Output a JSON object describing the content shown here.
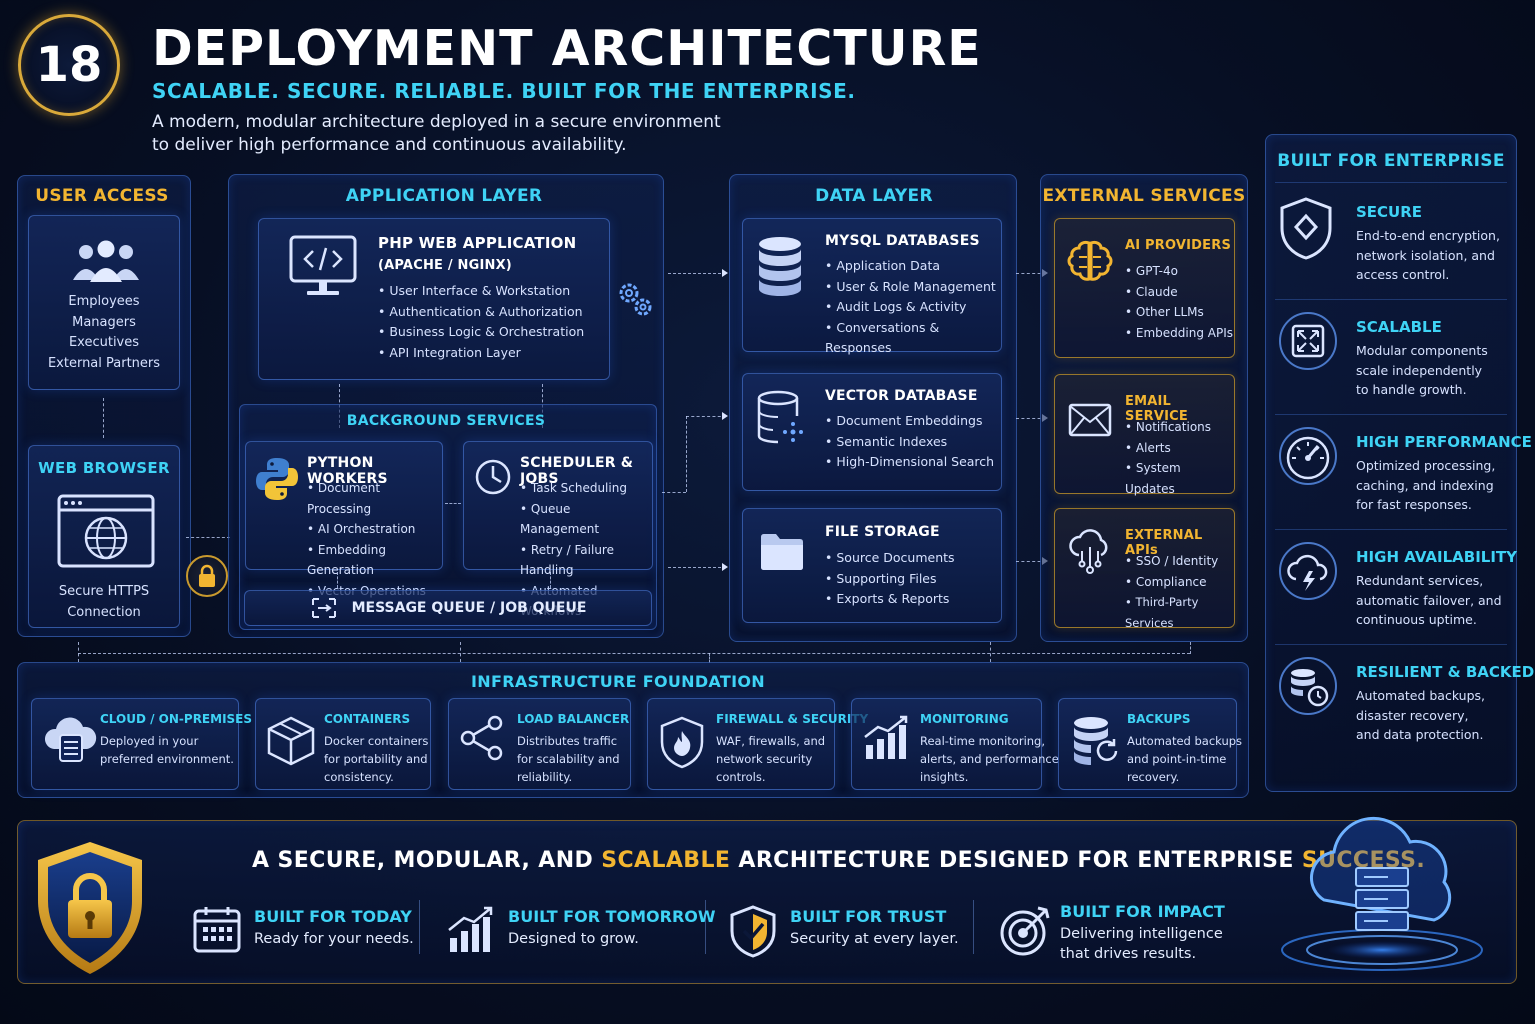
{
  "header": {
    "badge_number": "18",
    "title": "DEPLOYMENT ARCHITECTURE",
    "subtitle": "SCALABLE. SECURE. RELIABLE. BUILT FOR THE ENTERPRISE.",
    "description_line1": "A modern, modular architecture deployed in a secure environment",
    "description_line2": "to deliver high performance and continuous availability."
  },
  "user_access": {
    "title": "USER ACCESS",
    "users": [
      "Employees",
      "Managers",
      "Executives",
      "External Partners"
    ],
    "browser_title": "WEB BROWSER",
    "browser_caption_line1": "Secure HTTPS",
    "browser_caption_line2": "Connection"
  },
  "application_layer": {
    "title": "APPLICATION LAYER",
    "php": {
      "title": "PHP WEB APPLICATION",
      "subtitle": "(APACHE / NGINX)",
      "items": [
        "User Interface & Workstation",
        "Authentication & Authorization",
        "Business Logic & Orchestration",
        "API Integration Layer"
      ]
    },
    "background_title": "BACKGROUND SERVICES",
    "python": {
      "title": "PYTHON WORKERS",
      "items": [
        "Document Processing",
        "AI Orchestration",
        "Embedding Generation",
        "Vector Operations"
      ]
    },
    "scheduler": {
      "title": "SCHEDULER & JOBS",
      "items": [
        "Task Scheduling",
        "Queue Management",
        "Retry / Failure Handling",
        "Automated Workflows"
      ]
    },
    "queue_label": "MESSAGE QUEUE / JOB QUEUE"
  },
  "data_layer": {
    "title": "DATA LAYER",
    "mysql": {
      "title": "MYSQL DATABASES",
      "items": [
        "Application Data",
        "User & Role Management",
        "Audit Logs & Activity",
        "Conversations & Responses"
      ]
    },
    "vector": {
      "title": "VECTOR DATABASE",
      "items": [
        "Document Embeddings",
        "Semantic Indexes",
        "High-Dimensional Search"
      ]
    },
    "files": {
      "title": "FILE STORAGE",
      "items": [
        "Source Documents",
        "Supporting Files",
        "Exports & Reports"
      ]
    }
  },
  "external_services": {
    "title": "EXTERNAL SERVICES",
    "ai": {
      "title": "AI PROVIDERS",
      "items": [
        "GPT-4o",
        "Claude",
        "Other LLMs",
        "Embedding APIs"
      ]
    },
    "email": {
      "title": "EMAIL SERVICE",
      "items": [
        "Notifications",
        "Alerts",
        "System Updates"
      ]
    },
    "apis": {
      "title": "EXTERNAL APIs",
      "items": [
        "SSO / Identity",
        "Compliance",
        "Third-Party Services"
      ]
    }
  },
  "enterprise": {
    "title": "BUILT FOR ENTERPRISE",
    "items": [
      {
        "title": "SECURE",
        "lines": [
          "End-to-end encryption,",
          "network isolation, and",
          "access control."
        ]
      },
      {
        "title": "SCALABLE",
        "lines": [
          "Modular components",
          "scale independently",
          "to handle growth."
        ]
      },
      {
        "title": "HIGH PERFORMANCE",
        "lines": [
          "Optimized processing,",
          "caching, and indexing",
          "for fast responses."
        ]
      },
      {
        "title": "HIGH AVAILABILITY",
        "lines": [
          "Redundant services,",
          "automatic failover, and",
          "continuous uptime."
        ]
      },
      {
        "title": "RESILIENT & BACKED UP",
        "lines": [
          "Automated backups,",
          "disaster recovery,",
          "and data protection."
        ]
      }
    ]
  },
  "infrastructure": {
    "title": "INFRASTRUCTURE FOUNDATION",
    "items": [
      {
        "title": "CLOUD / ON-PREMISES",
        "lines": [
          "Deployed in your",
          "preferred environment."
        ]
      },
      {
        "title": "CONTAINERS",
        "lines": [
          "Docker containers",
          "for portability and",
          "consistency."
        ]
      },
      {
        "title": "LOAD BALANCER",
        "lines": [
          "Distributes traffic",
          "for scalability and",
          "reliability."
        ]
      },
      {
        "title": "FIREWALL & SECURITY",
        "lines": [
          "WAF, firewalls, and",
          "network security",
          "controls."
        ]
      },
      {
        "title": "MONITORING",
        "lines": [
          "Real-time monitoring,",
          "alerts, and performance",
          "insights."
        ]
      },
      {
        "title": "BACKUPS",
        "lines": [
          "Automated backups",
          "and point-in-time",
          "recovery."
        ]
      }
    ]
  },
  "footer": {
    "headline_part1": "A SECURE, MODULAR, AND ",
    "headline_highlight1": "SCALABLE",
    "headline_part2": " ARCHITECTURE DESIGNED FOR ENTERPRISE ",
    "headline_highlight2": "SUCCESS.",
    "items": [
      {
        "title": "BUILT FOR TODAY",
        "lines": [
          "Ready for your needs."
        ]
      },
      {
        "title": "BUILT FOR TOMORROW",
        "lines": [
          "Designed to grow."
        ]
      },
      {
        "title": "BUILT FOR TRUST",
        "lines": [
          "Security at every layer."
        ]
      },
      {
        "title": "BUILT FOR IMPACT",
        "lines": [
          "Delivering intelligence",
          "that drives results."
        ]
      }
    ]
  },
  "colors": {
    "accent_cyan": "#3fd3f5",
    "accent_gold": "#f2b531",
    "background": "#070f24"
  }
}
